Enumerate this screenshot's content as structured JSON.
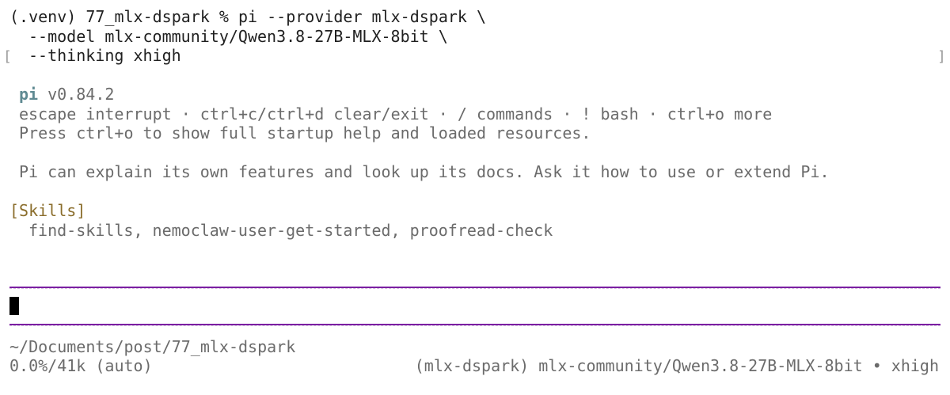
{
  "command": {
    "line1": "(.venv) 77_mlx-dspark % pi --provider mlx-dspark \\",
    "line2": "--model mlx-community/Qwen3.8-27B-MLX-8bit \\",
    "line3": "--thinking xhigh",
    "bracket_left": "[",
    "bracket_right": "]"
  },
  "banner": {
    "app_name": "pi",
    "version": "v0.84.2",
    "shortcuts": "escape interrupt · ctrl+c/ctrl+d clear/exit · / commands · ! bash · ctrl+o more",
    "help_hint": "Press ctrl+o to show full startup help and loaded resources.",
    "intro": "Pi can explain its own features and look up its docs. Ask it how to use or extend Pi."
  },
  "skills": {
    "header": "[Skills]",
    "list": "find-skills, nemoclaw-user-get-started, proofread-check"
  },
  "input": {
    "value": ""
  },
  "status": {
    "cwd": "~/Documents/post/77_mlx-dspark",
    "context_usage": "0.0%/41k (auto)",
    "model_info": "(mlx-dspark) mlx-community/Qwen3.8-27B-MLX-8bit • xhigh"
  },
  "colors": {
    "divider": "#7b1fa2",
    "app_name": "#5f8a92",
    "skills_header": "#8a6d2b",
    "cursor": "#000000"
  }
}
